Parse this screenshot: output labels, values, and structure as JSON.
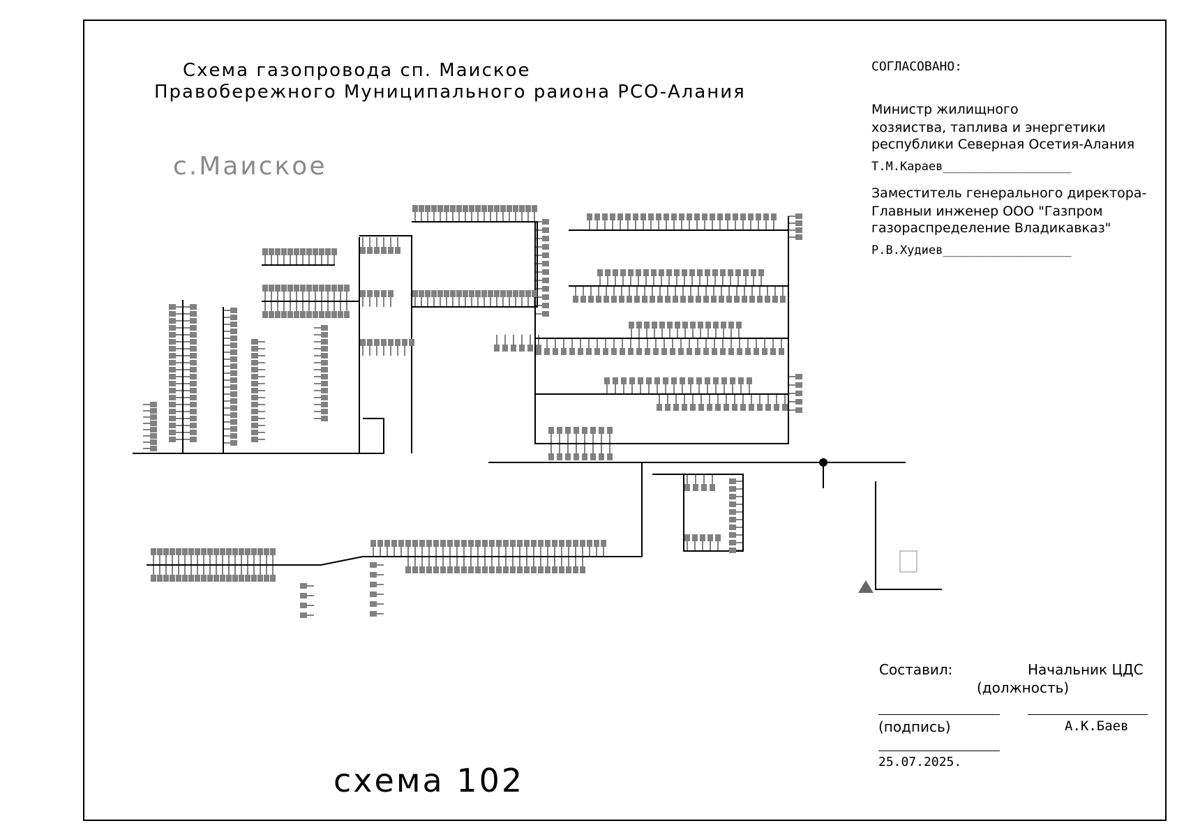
{
  "title": {
    "line1": "Схема газопровода сп. Маиское",
    "line2": "Правобережного Муниципального раиона РСО-Алания"
  },
  "settlement_label": "с.Маиское",
  "scheme_number": "схема 102",
  "approval": {
    "heading": "СОГЛАСОВАНО:",
    "approver1": {
      "line1": "Министр   жилищного",
      "line2": "хозяиства, таплива и энергетики",
      "line3": "республики Северная Осетия-Алания",
      "signature": "Т.М.Караев__________________"
    },
    "approver2": {
      "line1": "Заместитель генерального директора-",
      "line2": "Главныи инженер  ООО \"Газпром",
      "line3": "газораспределение Владикавказ\"",
      "signature": "Р.В.Худиев__________________"
    }
  },
  "footer": {
    "composed_label": "Составил:",
    "position_title": "Начальник ЦДС",
    "position_caption": "(должность)",
    "signature_caption": "(подпись)",
    "signer_name": "А.К.Баев",
    "date": "25.07.2025."
  },
  "colors": {
    "frame": "#000000",
    "pipeline": "#000000",
    "consumer_symbol": "#808080",
    "settlement_label": "#8a8a8a"
  }
}
